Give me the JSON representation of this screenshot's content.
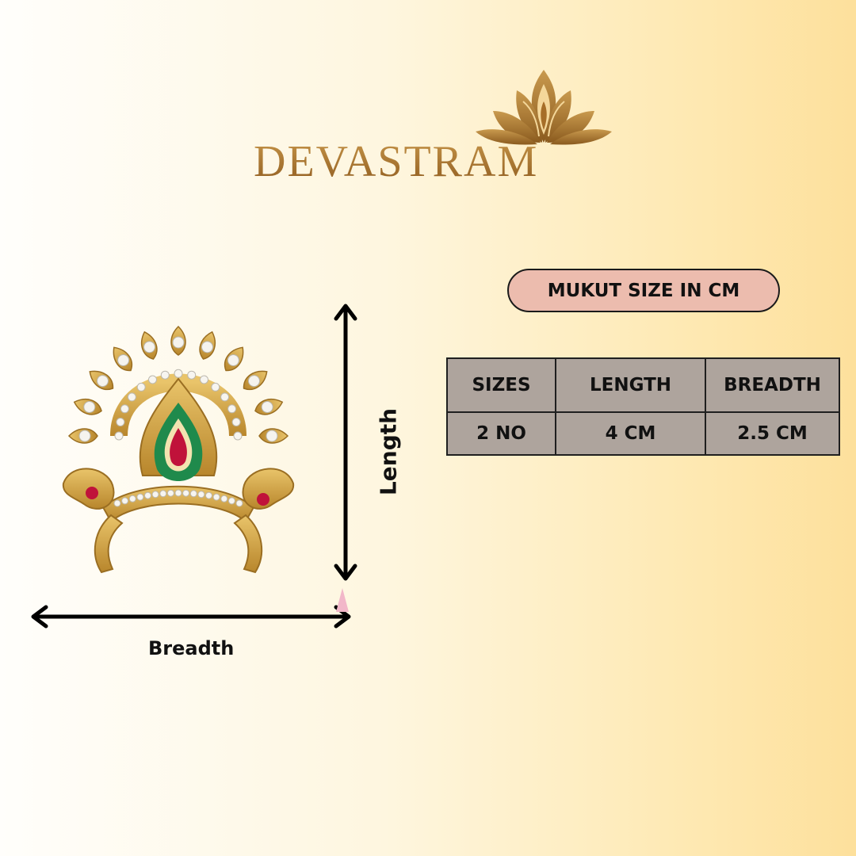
{
  "brand": {
    "name": "DEVASTRAM"
  },
  "colors": {
    "gold": "#a9752d",
    "pill_bg": "#ecbcae",
    "table_bg": "#aea49d"
  },
  "size_title": "MUKUT SIZE IN CM",
  "table": {
    "headers": [
      "SIZES",
      "LENGTH",
      "BREADTH"
    ],
    "rows": [
      [
        "2 NO",
        "4 CM",
        "2.5 CM"
      ]
    ]
  },
  "dimensions": {
    "length_label": "Length",
    "breadth_label": "Breadth"
  },
  "icons": {
    "logo": "lotus-logo-icon",
    "product": "mukut-crown-icon"
  }
}
